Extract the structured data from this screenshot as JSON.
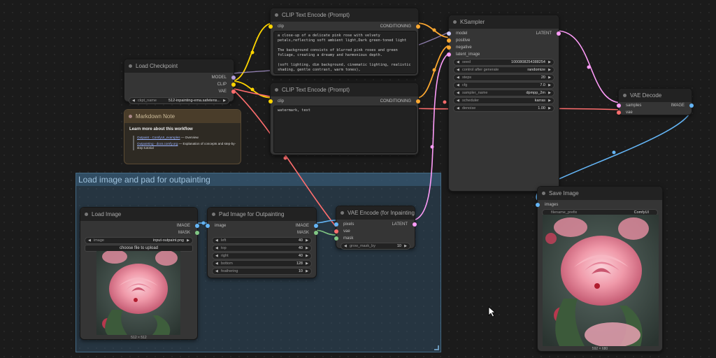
{
  "group": {
    "title": "Load image and pad for outpainting"
  },
  "load_checkpoint": {
    "title": "Load Checkpoint",
    "outputs": [
      "MODEL",
      "CLIP",
      "VAE"
    ],
    "widget": {
      "label": "ckpt_name",
      "value": "512-inpainting-ema.safetens..."
    }
  },
  "note": {
    "title": "Markdown Note",
    "heading": "Learn more about this workflow",
    "link1": "Outpaint - ComfyUI_examples",
    "link1_suffix": " — Overview",
    "link2": "Outpainting - docs.comfy.org",
    "link2_suffix": " — Explanation of concepts and step-by-step tutorial"
  },
  "clip_pos": {
    "title": "CLIP Text Encode (Prompt)",
    "input": "clip",
    "output": "CONDITIONING",
    "text": "a close-up of a delicate pink rose with velvety petals,reflecting soft ambient light,Dark green-toned light\n\nThe background consists of blurred pink roses and green foliage, creating a dreamy and harmonious depth.\n\n(soft lighting, dim background, cinematic lighting, realistic shading, gentle contrast, warm tones),"
  },
  "clip_neg": {
    "title": "CLIP Text Encode (Prompt)",
    "input": "clip",
    "output": "CONDITIONING",
    "text": "watermark, text"
  },
  "ksampler": {
    "title": "KSampler",
    "inputs": [
      "model",
      "positive",
      "negative",
      "latent_image"
    ],
    "output": "LATENT",
    "widgets": [
      {
        "label": "seed",
        "value": "1000808254388254"
      },
      {
        "label": "control after generate",
        "value": "randomize"
      },
      {
        "label": "steps",
        "value": "20"
      },
      {
        "label": "cfg",
        "value": "7.0"
      },
      {
        "label": "sampler_name",
        "value": "dpmpp_2m"
      },
      {
        "label": "scheduler",
        "value": "karras"
      },
      {
        "label": "denoise",
        "value": "1.00"
      }
    ]
  },
  "vae_decode": {
    "title": "VAE Decode",
    "inputs": [
      "samples",
      "vae"
    ],
    "output": "IMAGE"
  },
  "save_image": {
    "title": "Save Image",
    "input": "images",
    "widget": {
      "label": "filename_prefix",
      "value": "ComfyUI"
    },
    "caption": "592 × 680"
  },
  "load_image": {
    "title": "Load Image",
    "outputs": [
      "IMAGE",
      "MASK"
    ],
    "widget": {
      "label": "image",
      "value": "input-outpaint.png"
    },
    "button": "choose file to upload",
    "caption": "512 × 512"
  },
  "pad_image": {
    "title": "Pad Image for Outpainting",
    "input": "image",
    "outputs": [
      "IMAGE",
      "MASK"
    ],
    "widgets": [
      {
        "label": "left",
        "value": "40"
      },
      {
        "label": "top",
        "value": "40"
      },
      {
        "label": "right",
        "value": "40"
      },
      {
        "label": "bottom",
        "value": "128"
      },
      {
        "label": "feathering",
        "value": "10"
      }
    ]
  },
  "vae_encode": {
    "title": "VAE Encode (for Inpainting)",
    "inputs": [
      "pixels",
      "vae",
      "mask"
    ],
    "output": "LATENT",
    "widget": {
      "label": "grow_mask_by",
      "value": "10"
    }
  },
  "colors": {
    "clip": "#ffd500",
    "vae": "#ff6e6e",
    "model": "#b39ddb",
    "conditioning": "#ffa931",
    "latent": "#ff9cf9",
    "image": "#64b5f6",
    "mask": "#81c784"
  }
}
